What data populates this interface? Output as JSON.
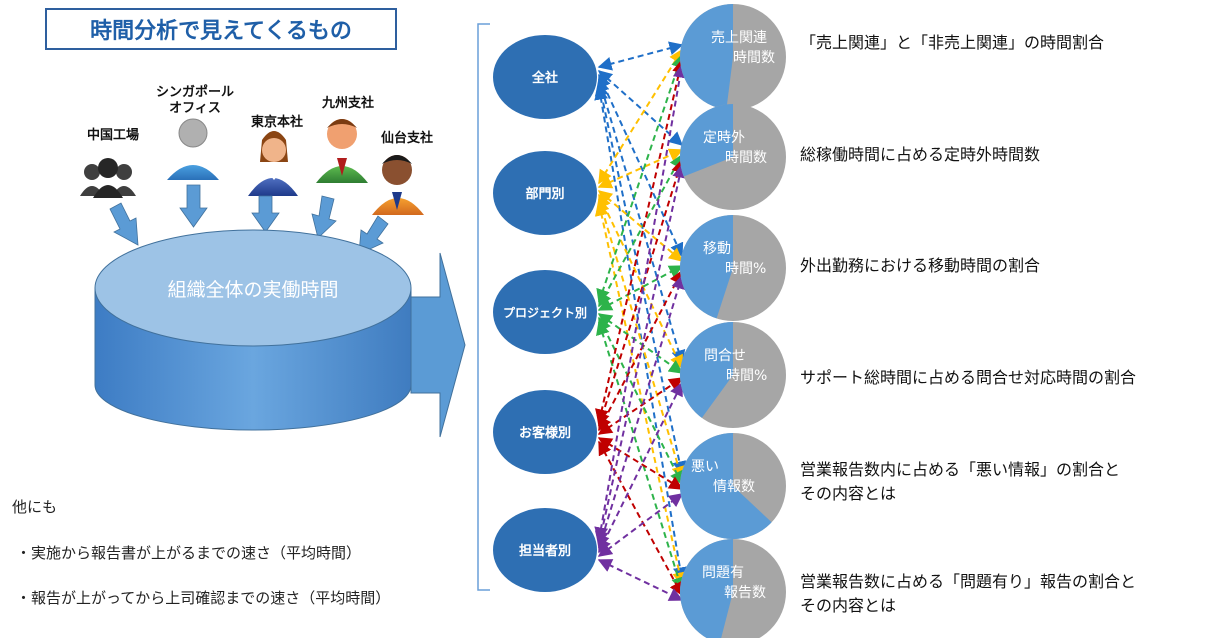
{
  "title": "時間分析で見えてくるもの",
  "colors": {
    "title_text": "#1f5fa8",
    "drum": "#5b9bd5",
    "drum_top": "#9dc3e6",
    "node": "#2e6fb3",
    "pie_blue": "#5b9bd5",
    "pie_gray": "#a6a6a6",
    "arrow_blue": "#1f6fc8",
    "arrow_yellow": "#ffc000",
    "arrow_green": "#2db34a",
    "arrow_red": "#c00000",
    "arrow_purple": "#7030a0"
  },
  "sources": [
    {
      "id": "china",
      "label": "中国工場",
      "icon": "group-silhouette-icon"
    },
    {
      "id": "singapore",
      "label_lines": [
        "シンガポール",
        "オフィス"
      ],
      "icon": "gray-person-icon"
    },
    {
      "id": "tokyo",
      "label": "東京本社",
      "icon": "businesswoman-icon"
    },
    {
      "id": "kyushu",
      "label": "九州支社",
      "icon": "businessman-green-icon"
    },
    {
      "id": "sendai",
      "label": "仙台支社",
      "icon": "businessman-orange-icon"
    }
  ],
  "drum_label": "組織全体の実働時間",
  "nodes": [
    {
      "label": "全社",
      "color_key": "arrow_blue"
    },
    {
      "label": "部門別",
      "color_key": "arrow_yellow"
    },
    {
      "label": "プロジェクト別",
      "color_key": "arrow_green"
    },
    {
      "label": "お客様別",
      "color_key": "arrow_red"
    },
    {
      "label": "担当者別",
      "color_key": "arrow_purple"
    }
  ],
  "metrics": [
    {
      "pie_lines": [
        "売上関連",
        "時間数"
      ],
      "blue_fraction": 0.48,
      "description_lines": [
        "「売上関連」と「非売上関連」の時間割合"
      ]
    },
    {
      "pie_lines": [
        "定時外",
        "時間数"
      ],
      "blue_fraction": 0.31,
      "description_lines": [
        "総稼働時間に占める定時外時間数"
      ]
    },
    {
      "pie_lines": [
        "移動",
        "時間%"
      ],
      "blue_fraction": 0.45,
      "description_lines": [
        "外出勤務における移動時間の割合"
      ]
    },
    {
      "pie_lines": [
        "問合せ",
        "時間%"
      ],
      "blue_fraction": 0.4,
      "description_lines": [
        "サポート総時間に占める問合せ対応時間の割合"
      ]
    },
    {
      "pie_lines": [
        "悪い",
        "情報数"
      ],
      "blue_fraction": 0.63,
      "description_lines": [
        "営業報告数内に占める「悪い情報」の割合と",
        "その内容とは"
      ]
    },
    {
      "pie_lines": [
        "問題有",
        "報告数"
      ],
      "blue_fraction": 0.46,
      "description_lines": [
        "営業報告数に占める「問題有り」報告の割合と",
        "その内容とは"
      ]
    }
  ],
  "notes": {
    "heading": "他にも",
    "items": [
      "・実施から報告書が上がるまでの速さ（平均時間）",
      "・報告が上がってから上司確認までの速さ（平均時間）"
    ]
  }
}
